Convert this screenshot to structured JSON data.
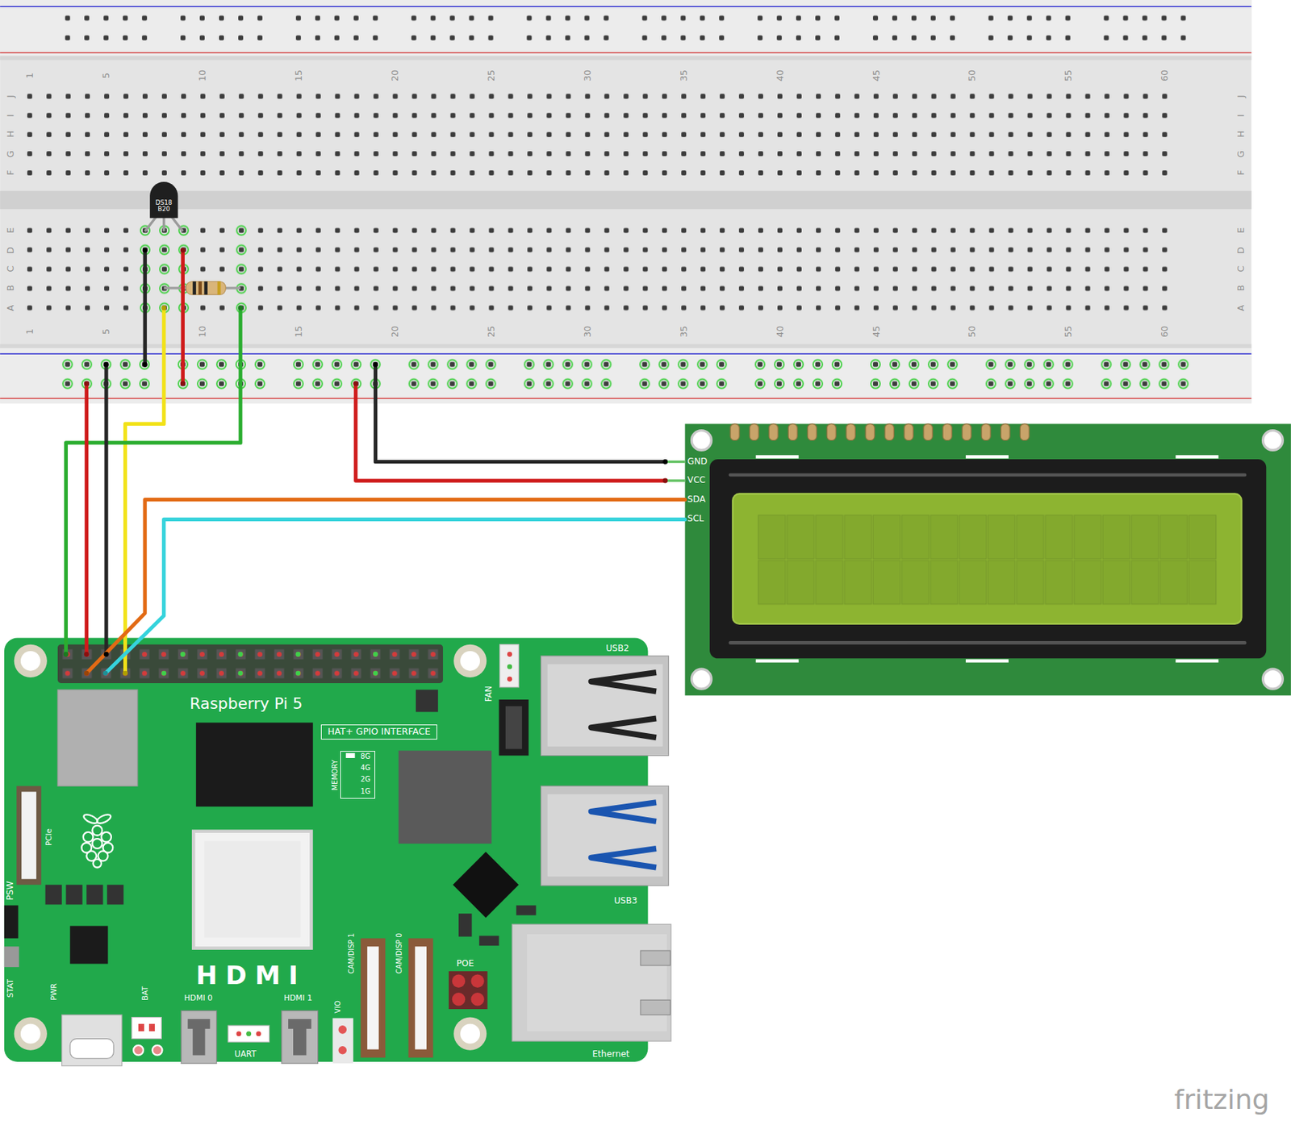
{
  "diagram": {
    "nodes": [
      {
        "text": [
          "DS18 B20"
        ]
      },
      {
        "text": [
          "GND",
          "VCC",
          "SDA",
          "SCL"
        ]
      },
      {
        "text": [
          "Raspberry Pi 5"
        ]
      },
      {
        "text": [
          "HAT+ GPIO INTERFACE"
        ],
        "in": 2
      },
      {
        "text": [
          "MEMORY",
          "8G",
          "4G",
          "2G",
          "1G"
        ],
        "in": 2
      }
    ],
    "edges": [
      {
        "from": 1,
        "to": 2,
        "arrow": "none"
      },
      {
        "from": 1,
        "to": 2,
        "arrow": "none"
      }
    ],
    "labels": [
      "1",
      "5",
      "10",
      "15",
      "20",
      "25",
      "30",
      "35",
      "40",
      "45",
      "50",
      "55",
      "60",
      "J",
      "I",
      "H",
      "G",
      "F",
      "J",
      "I",
      "H",
      "G",
      "F",
      "E",
      "D",
      "C",
      "B",
      "A",
      "E",
      "D",
      "C",
      "B",
      "A",
      "1",
      "5",
      "10",
      "15",
      "20",
      "25",
      "30",
      "35",
      "40",
      "45",
      "50",
      "55",
      "60",
      "FAN",
      "USB2",
      "PCIe",
      "PSW",
      "USB3",
      "HDMI",
      "STAT",
      "PWR",
      "BAT",
      "HDMI 0",
      "HDMI 1",
      "CAM/DISP 1",
      "CAM/DISP 0",
      "POE",
      "VIO",
      "UART",
      "Ethernet",
      "fritzing"
    ]
  }
}
